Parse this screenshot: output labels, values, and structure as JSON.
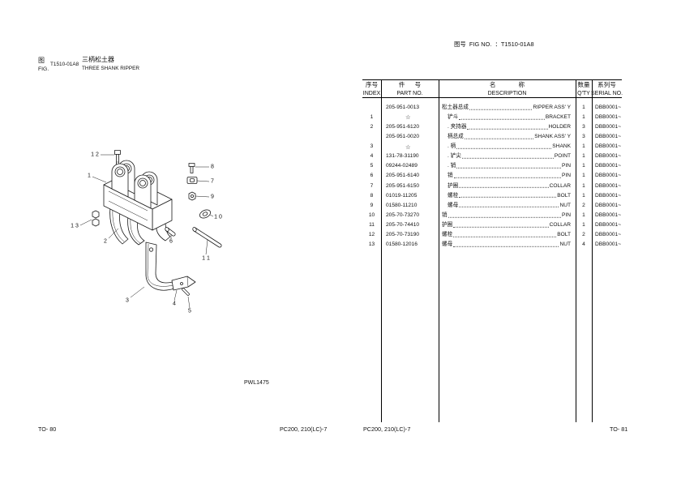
{
  "left_page": {
    "fig_label_cn": "图",
    "fig_label_en": "FIG.",
    "fig_code": "T1510-01A8",
    "title_cn": "三柄松土器",
    "title_en": "THREE SHANK RIPPER",
    "drawing_code": "PWL1475",
    "page_number": "TO- 80",
    "model": "PC200, 210(LC)-7"
  },
  "figure": {
    "callouts": [
      "1 2",
      "8",
      "1",
      "7",
      "9",
      "1 3",
      "1 0",
      "2",
      "6",
      "1 1",
      "3",
      "4",
      "5"
    ]
  },
  "right_page": {
    "fig_no_label": "图号  FIG NO.  ：",
    "fig_no": "T1510-01A8",
    "model": "PC200, 210(LC)-7",
    "page_number": "TO- 81"
  },
  "parts_table": {
    "headers": [
      {
        "cn": "序号",
        "en": "INDEX"
      },
      {
        "cn": "件 号",
        "en": "PART NO."
      },
      {
        "cn": "名 称",
        "en": "DESCRIPTION"
      },
      {
        "cn": "数量",
        "en": "Q'TY"
      },
      {
        "cn": "系列号",
        "en": "SERIAL NO."
      }
    ],
    "rows": [
      {
        "index": "",
        "part_no": "205-951-0013",
        "name_cn": "松土器总成",
        "name_en": "RIPPER ASS' Y",
        "level": 0,
        "qty": "1",
        "serial": "DBB0001~"
      },
      {
        "index": "1",
        "part_no": "☆",
        "name_cn": "铲斗",
        "name_en": "BRACKET",
        "level": 1,
        "qty": "1",
        "serial": "DBB0001~"
      },
      {
        "index": "2",
        "part_no": "205-951-6120",
        "name_cn": ". 夹持器",
        "name_en": "HOLDER",
        "level": 1,
        "qty": "3",
        "serial": "DBB0001~"
      },
      {
        "index": "",
        "part_no": "205-951-0020",
        "name_cn": "柄总成",
        "name_en": "SHANK ASS' Y",
        "level": 1,
        "qty": "3",
        "serial": "DBB0001~"
      },
      {
        "index": "3",
        "part_no": "☆",
        "name_cn": ". 柄",
        "name_en": "SHANK",
        "level": 1,
        "qty": "1",
        "serial": "DBB0001~"
      },
      {
        "index": "4",
        "part_no": "131-78-31190",
        "name_cn": ". 铲尖",
        "name_en": "POINT",
        "level": 1,
        "qty": "1",
        "serial": "DBB0001~"
      },
      {
        "index": "5",
        "part_no": "09244-02489",
        "name_cn": ". 销",
        "name_en": "PIN",
        "level": 1,
        "qty": "1",
        "serial": "DBB0001~"
      },
      {
        "index": "6",
        "part_no": "205-951-6140",
        "name_cn": "销",
        "name_en": "PIN",
        "level": 1,
        "qty": "1",
        "serial": "DBB0001~"
      },
      {
        "index": "7",
        "part_no": "205-951-6150",
        "name_cn": "护圈",
        "name_en": "COLLAR",
        "level": 1,
        "qty": "1",
        "serial": "DBB0001~"
      },
      {
        "index": "8",
        "part_no": "01019-11205",
        "name_cn": "螺栓",
        "name_en": "BOLT",
        "level": 1,
        "qty": "1",
        "serial": "DBB0001~"
      },
      {
        "index": "9",
        "part_no": "01580-11210",
        "name_cn": "螺母",
        "name_en": "NUT",
        "level": 1,
        "qty": "2",
        "serial": "DBB0001~"
      },
      {
        "index": "10",
        "part_no": "205-70-73270",
        "name_cn": "销",
        "name_en": "PIN",
        "level": 0,
        "qty": "1",
        "serial": "DBB0001~"
      },
      {
        "index": "11",
        "part_no": "205-70-74410",
        "name_cn": "护圈",
        "name_en": "COLLAR",
        "level": 0,
        "qty": "1",
        "serial": "DBB0001~"
      },
      {
        "index": "12",
        "part_no": "205-70-73190",
        "name_cn": "螺栓",
        "name_en": "BOLT",
        "level": 0,
        "qty": "2",
        "serial": "DBB0001~"
      },
      {
        "index": "13",
        "part_no": "01580-12016",
        "name_cn": "螺母",
        "name_en": "NUT",
        "level": 0,
        "qty": "4",
        "serial": "DBB0001~"
      }
    ]
  }
}
